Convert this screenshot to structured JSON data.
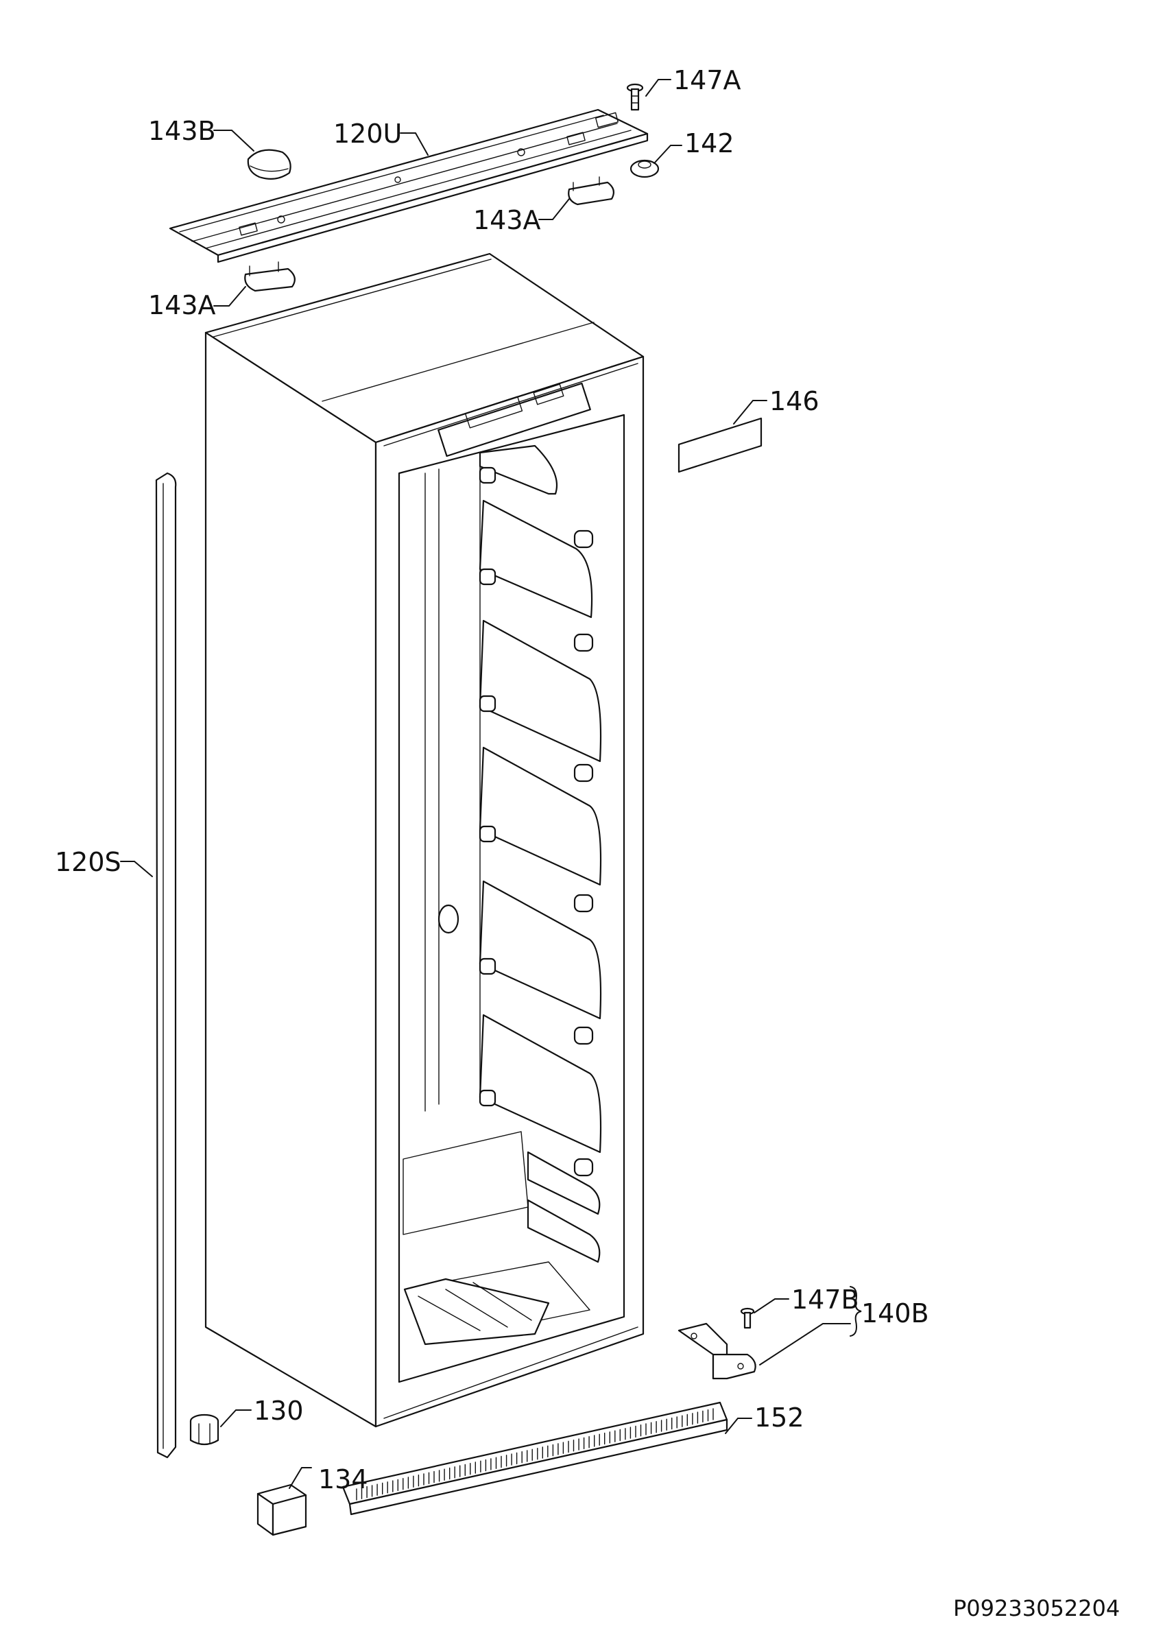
{
  "callouts": {
    "c147A": "147A",
    "c143B": "143B",
    "c120U": "120U",
    "c142": "142",
    "c143A_top": "143A",
    "c143A_left": "143A",
    "c146": "146",
    "c120S": "120S",
    "c147B": "147B",
    "c140B": "140B",
    "c130": "130",
    "c152": "152",
    "c134": "134"
  },
  "document_id": "P09233052204"
}
